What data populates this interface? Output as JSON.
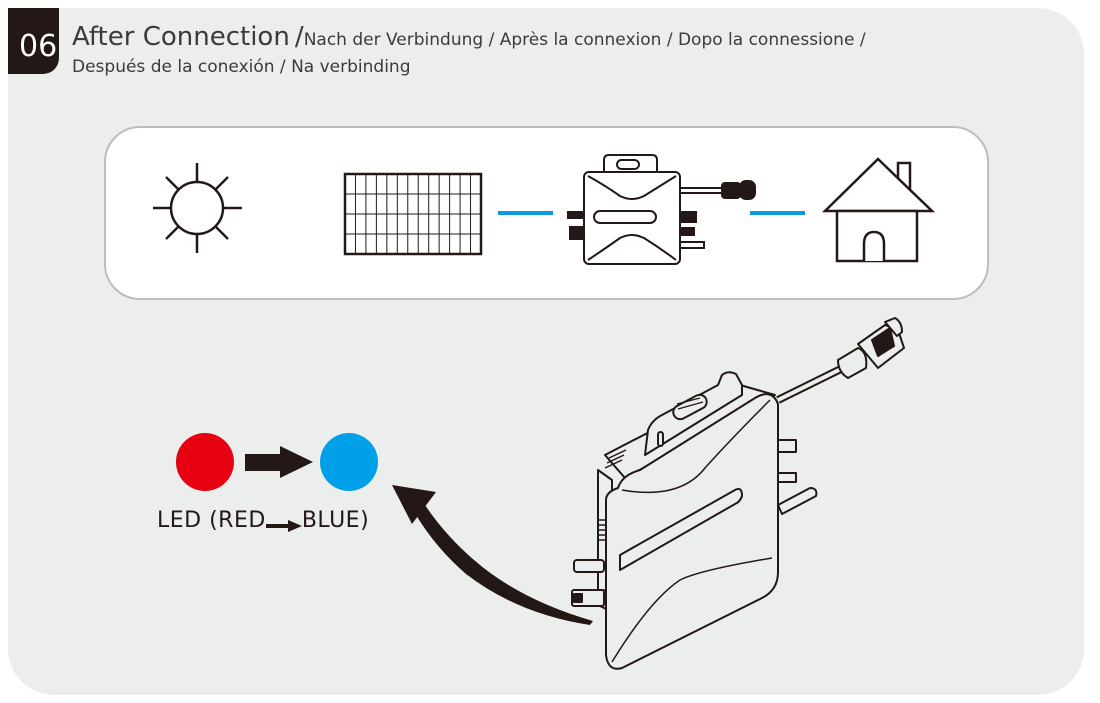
{
  "step": {
    "number": "06",
    "title_en": "After Connection",
    "separator": "/",
    "title_line1_translations": "Nach der Verbindung / Après la connexion / Dopo la connessione /",
    "title_line2_translations": "Después de la conexión / Na verbinding"
  },
  "flow_diagram": {
    "items": [
      {
        "icon": "sun-icon"
      },
      {
        "icon": "solar-panel-icon"
      },
      {
        "icon": "microinverter-icon"
      },
      {
        "icon": "house-icon"
      }
    ],
    "connector_color": "#0a9ae0"
  },
  "led": {
    "label_prefix": "LED (RED",
    "label_suffix": "BLUE)",
    "from_color": "#e60012",
    "to_color": "#00a0e9",
    "from_state": "red",
    "to_state": "blue"
  },
  "colors": {
    "panel_bg": "#eceded",
    "badge_bg": "#231815",
    "text": "#3e3a39",
    "line": "#231815"
  }
}
